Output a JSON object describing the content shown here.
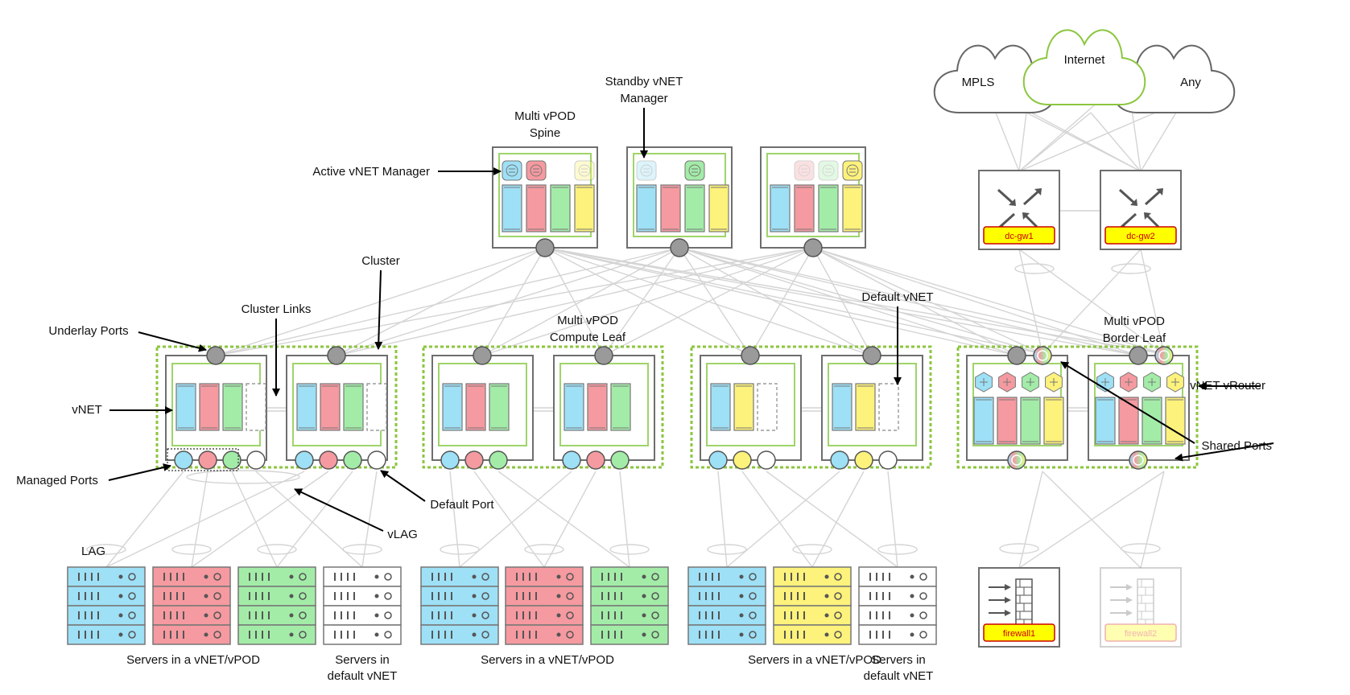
{
  "colors": {
    "blue": "#9ee0f6",
    "red": "#f59aa0",
    "green": "#a3eca8",
    "yellow": "#fdf27b",
    "white": "#ffffff",
    "port_gray": "#9a9a9a",
    "link_gray": "#d4d4d4",
    "box_stroke": "#6e6e6e",
    "inner_green": "#9fd46a",
    "cluster_dash": "#8cc63f",
    "cloud_gray": "#666666",
    "cloud_green": "#8cc63f",
    "tag_fill": "#ffff00",
    "tag_stroke": "#cc0000"
  },
  "labels": {
    "spine": [
      "Multi vPOD",
      "Spine"
    ],
    "standby_manager": [
      "Standby vNET",
      "Manager"
    ],
    "active_manager": "Active vNET Manager",
    "cluster": "Cluster",
    "cluster_links": "Cluster Links",
    "underlay_ports": "Underlay Ports",
    "vnet": "vNET",
    "managed_ports": "Managed Ports",
    "default_port": "Default Port",
    "vlag": "vLAG",
    "lag": "LAG",
    "compute_leaf": [
      "Multi vPOD",
      "Compute Leaf"
    ],
    "default_vnet": "Default vNET",
    "border_leaf": [
      "Multi vPOD",
      "Border Leaf"
    ],
    "vnet_vrouter": "vNET vRouter",
    "shared_ports": "Shared Ports",
    "servers_vnet": "Servers in a vNET/vPOD",
    "servers_default": [
      "Servers in",
      "default vNET"
    ]
  },
  "clouds": {
    "mpls": "MPLS",
    "internet": "Internet",
    "any": "Any"
  },
  "gateways": [
    "dc-gw1",
    "dc-gw2"
  ],
  "firewalls": [
    "firewall1",
    "firewall2"
  ],
  "icons": {
    "vnet_manager": "circle-badge-icon",
    "vrouter": "hexagon-router-icon",
    "gateway": "arrows-router-icon",
    "firewall": "brick-wall-firewall-icon",
    "server": "server-rack-icon",
    "cloud": "cloud-icon"
  }
}
